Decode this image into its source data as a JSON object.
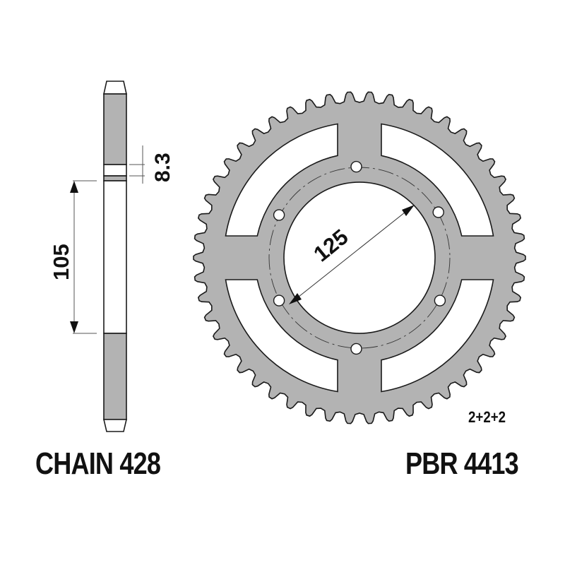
{
  "diagram": {
    "type": "rear-sprocket-technical-drawing",
    "colors": {
      "fill": "#b3b3b3",
      "stroke": "#1a1a1a",
      "background": "#ffffff",
      "dimension_line": "#333333"
    },
    "side_view": {
      "thickness_dimension": "8.3",
      "offset_dimension": "105"
    },
    "front_view": {
      "bore_dimension": "125",
      "bolt_holes": 6,
      "spokes": 4
    },
    "labels": {
      "chain": "CHAIN 428",
      "part_number": "PBR 4413",
      "hole_pattern": "2+2+2"
    }
  }
}
